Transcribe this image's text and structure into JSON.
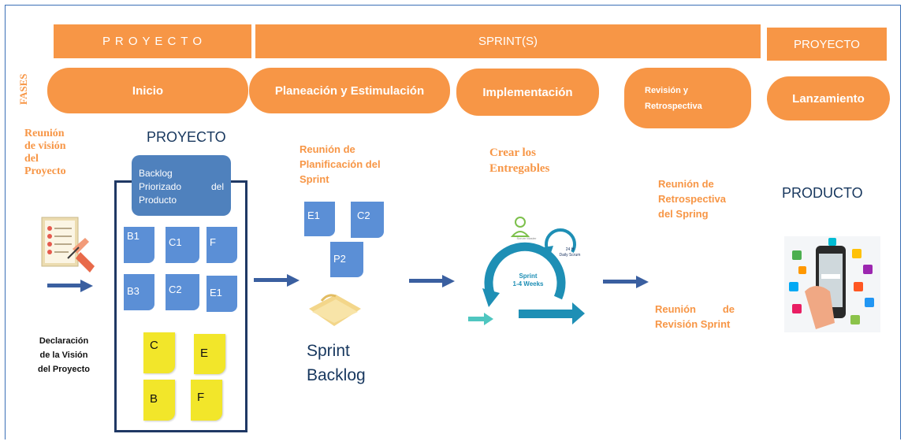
{
  "headers": {
    "proyecto_left": "P R O Y E C T O",
    "sprints": "SPRINT(S)",
    "proyecto_right": "PROYECTO"
  },
  "fases_label": "FASES",
  "phases": {
    "inicio": "Inicio",
    "planeacion": "Planeación y Estimulación",
    "implementacion": "Implementación",
    "revision_line1": "Revisión y",
    "revision_line2": "Retrospectiva",
    "lanzamiento": "Lanzamiento"
  },
  "vision": {
    "line1": "Reunión",
    "line2": "de visión",
    "line3": "del",
    "line4": "Proyecto"
  },
  "declaracion": {
    "line1": "Declaración",
    "line2": "de la Visión",
    "line3": "del Proyecto"
  },
  "proyecto_title": "PROYECTO",
  "backlog": {
    "line1": "Backlog",
    "line2a": "Priorizado",
    "line2b": "del",
    "line3": "Producto"
  },
  "blue_cards": [
    "B1",
    "C1",
    "F",
    "B3",
    "C2",
    "E1"
  ],
  "yellow_notes": [
    "C",
    "E",
    "B",
    "F"
  ],
  "planificacion": {
    "line1": "Reunión de",
    "line2": "Planificación del",
    "line3": "Sprint"
  },
  "sprint_cards": [
    "E1",
    "C2",
    "P2"
  ],
  "sprint_backlog": {
    "line1": "Sprint",
    "line2": "Backlog"
  },
  "entregables": {
    "line1": "Crear los",
    "line2": "Entregables"
  },
  "sprint_cycle": {
    "center_line1": "Sprint",
    "center_line2": "1-4 Weeks",
    "daily_line1": "24 H",
    "daily_line2": "Daily Scrum",
    "master": "Scrum Master"
  },
  "retrospectiva": {
    "line1": "Reunión de",
    "line2": "Retrospectiva",
    "line3": "del Spring"
  },
  "revision_sprint": {
    "line1a": "Reunión",
    "line1b": "de",
    "line2": "Revisión Sprint"
  },
  "producto": "PRODUCTO",
  "colors": {
    "orange": "#f79646",
    "blue_card": "#5b8fd6",
    "dark_blue": "#1f3864",
    "yellow": "#f2e62a",
    "teal": "#1e8fb5",
    "arrow": "#3a5fa0"
  }
}
